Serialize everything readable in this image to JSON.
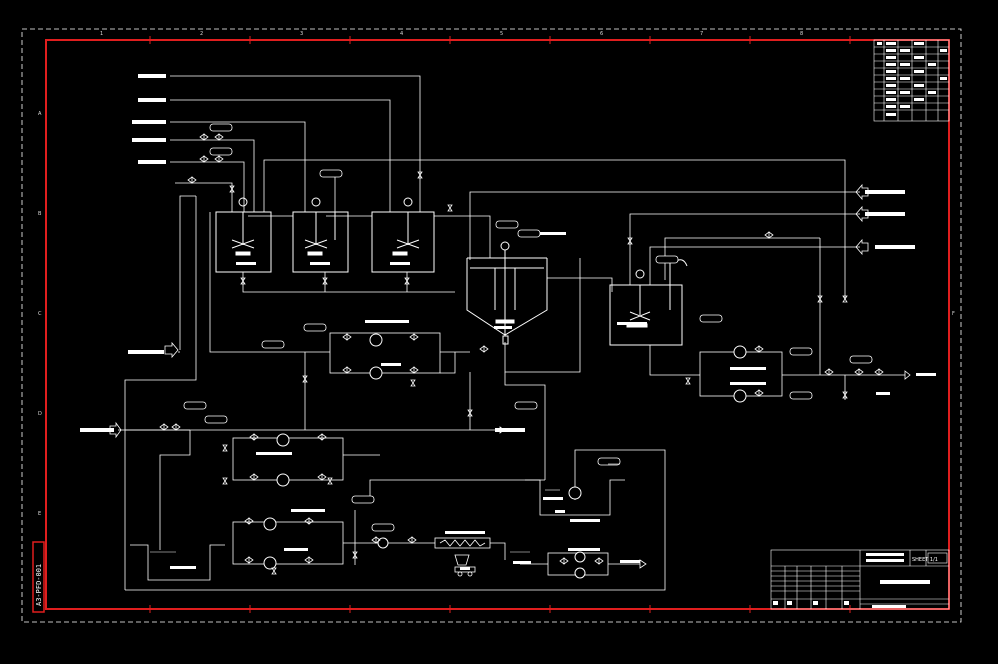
{
  "drawing": {
    "stamp_text": "A3-PFD-001",
    "sheet": "SHEET 1/1"
  },
  "zones": {
    "columns": [
      "1",
      "2",
      "3",
      "4",
      "5",
      "6",
      "7",
      "8"
    ],
    "rows": [
      "A",
      "B",
      "C",
      "D",
      "E",
      "F"
    ]
  },
  "colors": {
    "background": "#000000",
    "border": "#e01e1e",
    "lines": "#ffffff"
  }
}
